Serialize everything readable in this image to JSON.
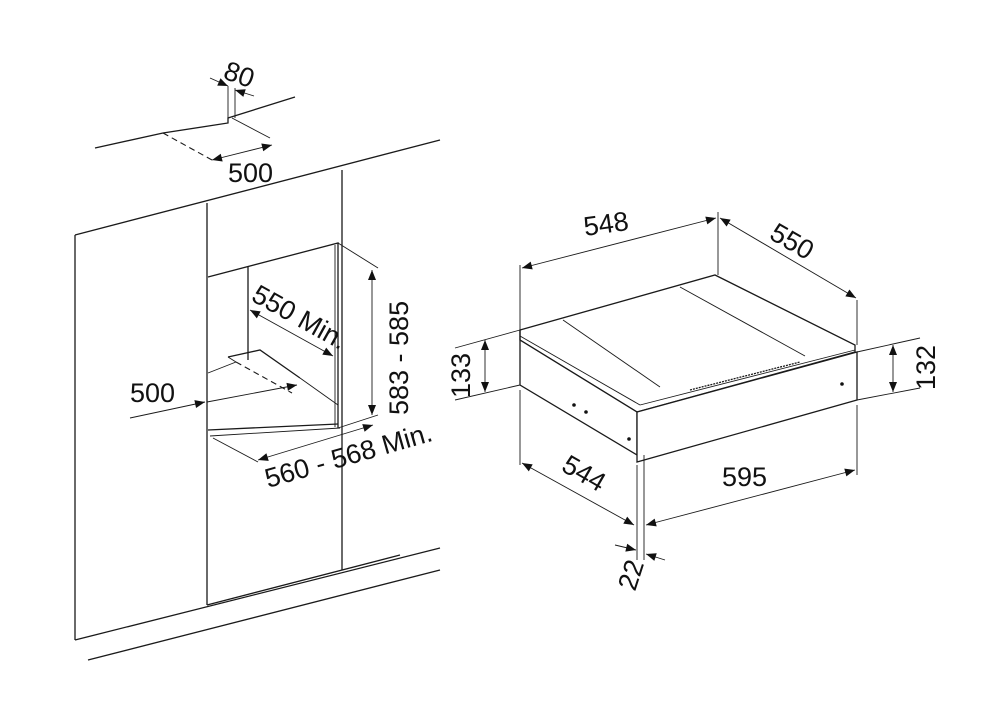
{
  "installation_drawing": {
    "dims": {
      "top_gap": "80",
      "top_depth": "500",
      "niche_depth": "550 Min.",
      "niche_height": "583 - 585",
      "shelf_depth": "500",
      "niche_width": "560 - 568 Min."
    }
  },
  "appliance_drawing": {
    "dims": {
      "width_top": "548",
      "depth_top": "550",
      "height_left": "133",
      "height_right": "132",
      "depth_bottom": "544",
      "width_front": "595",
      "front_thickness": "22"
    }
  },
  "colors": {
    "line": "#1a1a1a",
    "background": "#ffffff"
  }
}
